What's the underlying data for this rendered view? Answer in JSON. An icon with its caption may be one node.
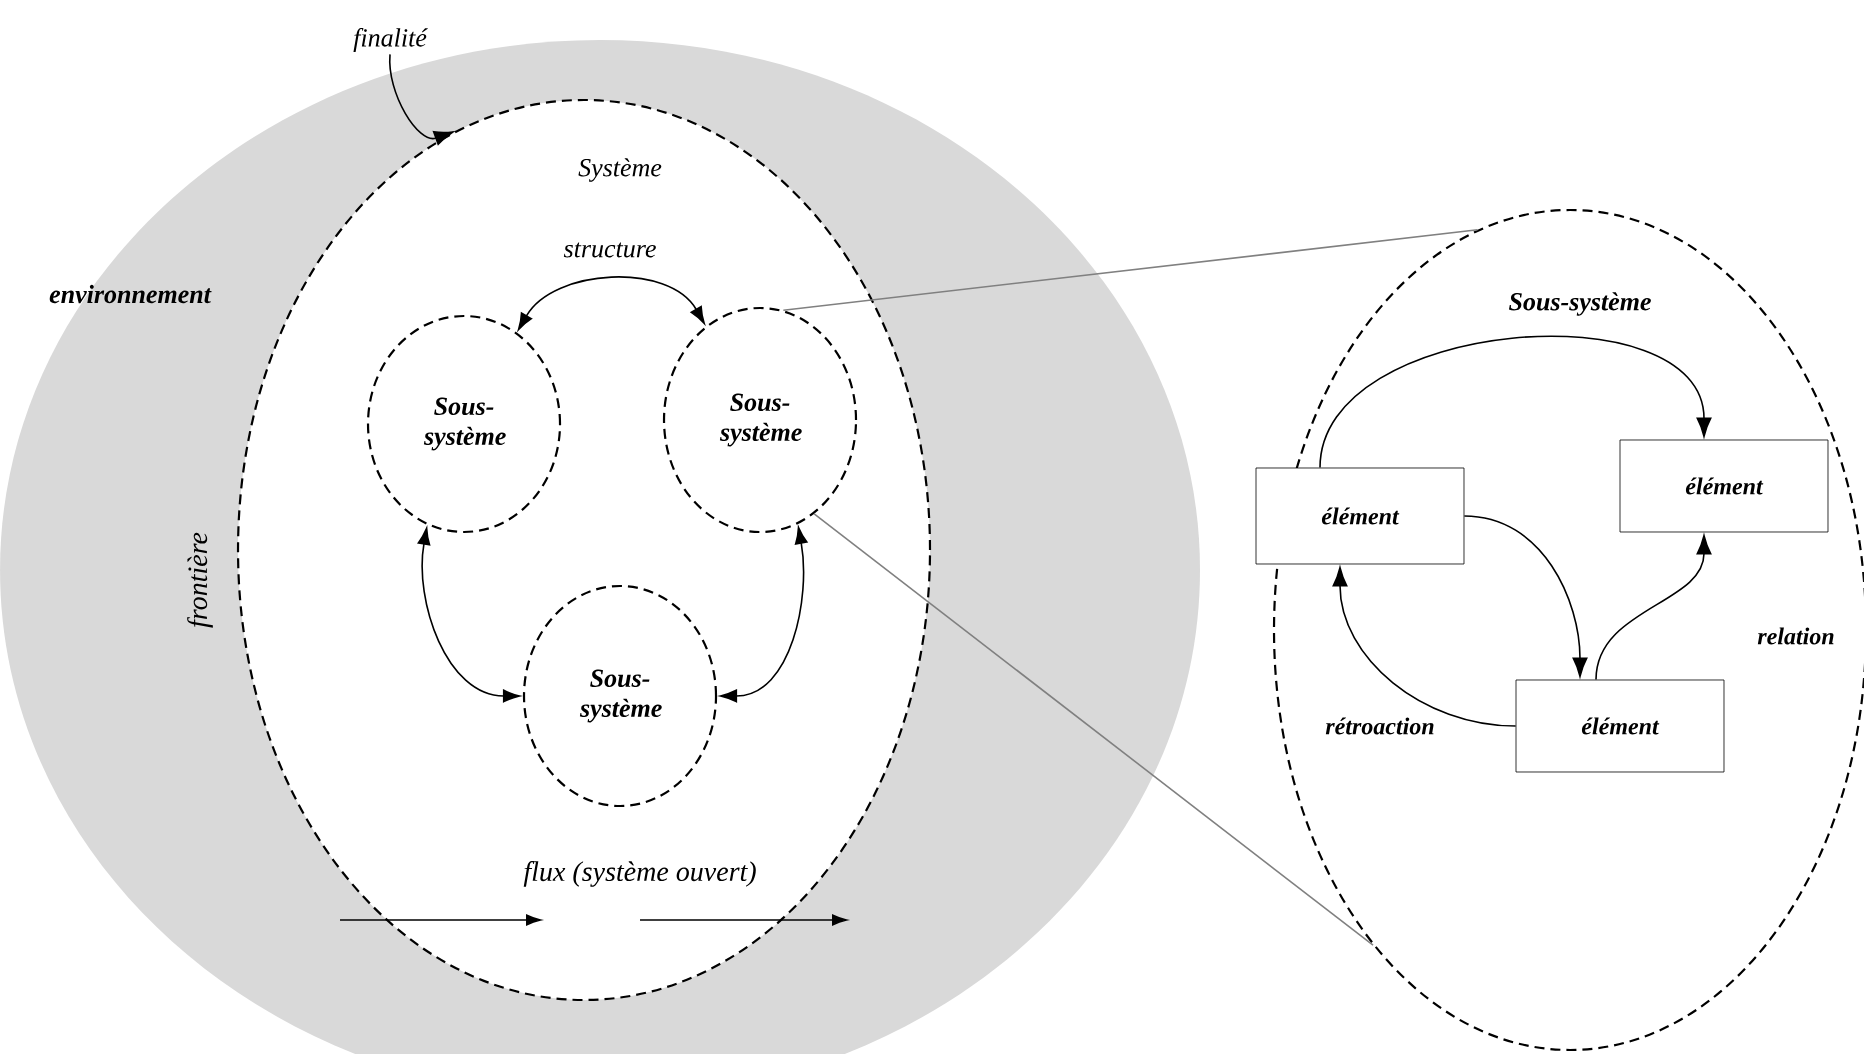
{
  "diagram": {
    "nodes": [
      {
        "text": [
          "environnement"
        ]
      },
      {
        "text": [
          "Système",
          "structure"
        ],
        "in": 0
      },
      {
        "text": [
          "Sous- système"
        ],
        "in": 1
      },
      {
        "text": [
          "Sous- système"
        ],
        "in": 1
      },
      {
        "text": [
          "Sous- système"
        ],
        "in": 1
      },
      {
        "text": [
          "finalité"
        ]
      },
      {
        "text": [
          "Sous-système"
        ]
      },
      {
        "text": [
          "élément"
        ],
        "in": 6
      },
      {
        "text": [
          "élément"
        ],
        "in": 6
      },
      {
        "text": [
          "élément"
        ],
        "in": 6
      }
    ],
    "edges": [
      {
        "from": 5,
        "to": 1,
        "arrow": "to"
      },
      {
        "from": 2,
        "to": 3,
        "arrow": "both"
      },
      {
        "from": 2,
        "to": 4,
        "arrow": "both"
      },
      {
        "from": 3,
        "to": 4,
        "arrow": "both"
      },
      {
        "from": 3,
        "to": 6,
        "arrow": "none",
        "color": "#808080"
      },
      {
        "from": 3,
        "to": 6,
        "arrow": "none",
        "color": "#808080"
      },
      {
        "from": 7,
        "to": 8,
        "arrow": "to"
      },
      {
        "from": 7,
        "to": 9,
        "arrow": "to"
      },
      {
        "from": 9,
        "to": 7,
        "arrow": "to",
        "label": "rétroaction"
      },
      {
        "from": 9,
        "to": 8,
        "arrow": "to",
        "label": "relation"
      }
    ],
    "labels": [
      "frontière",
      "flux (système ouvert)"
    ]
  }
}
